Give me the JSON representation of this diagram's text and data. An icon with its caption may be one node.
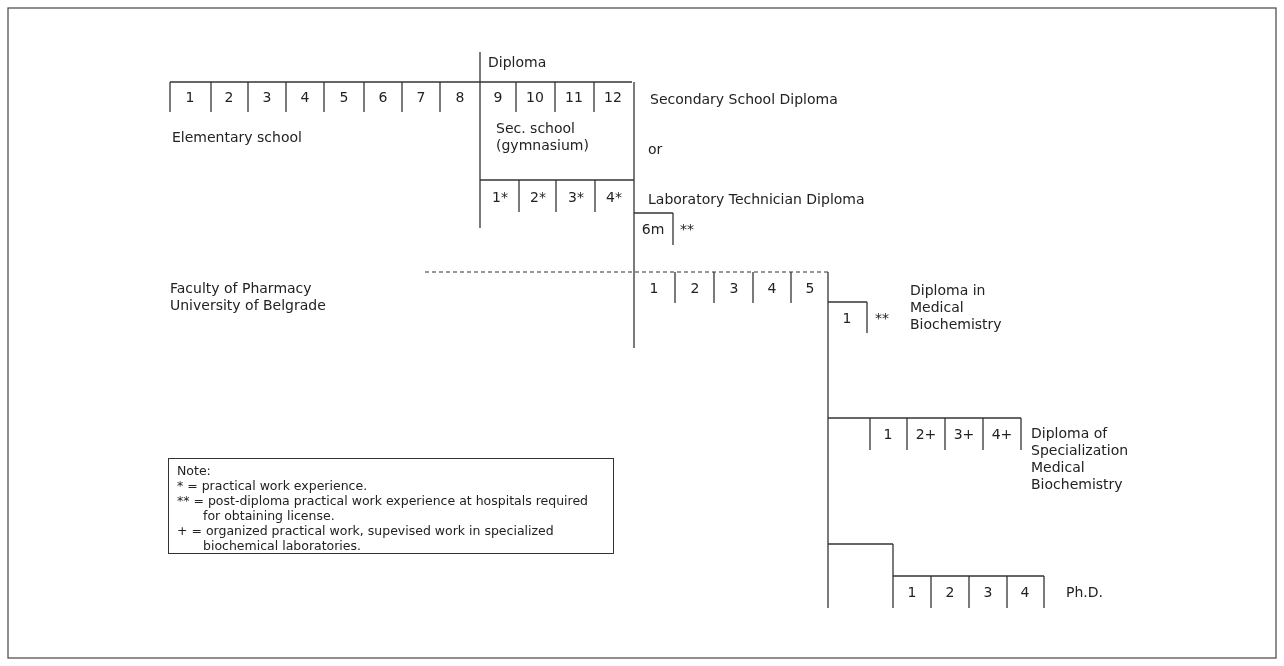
{
  "diagram": {
    "nodes": [
      {
        "text": [
          "Note:",
          "* = practical work experience.",
          "** = post-diploma practical work experience at hospitals required for obtaining license.",
          "+ = organized practical work, supevised work in specialized biochemical laboratories."
        ]
      }
    ],
    "edges": [],
    "labels": [
      "Diploma",
      "1",
      "2",
      "3",
      "4",
      "5",
      "6",
      "7",
      "8",
      "9",
      "10",
      "11",
      "12",
      "Secondary School Diploma",
      "Elementary school",
      "Sec. school (gymnasium)",
      "or",
      "1*",
      "2*",
      "3*",
      "4*",
      "Laboratory Technician Diploma",
      "6m",
      "**",
      "Faculty of Pharmacy University of Belgrade",
      "1",
      "2",
      "3",
      "4",
      "5",
      "Diploma in Medical Biochemistry",
      "1",
      "**",
      "1",
      "2+",
      "3+",
      "4+",
      "Diploma of Specialization Medical Biochemistry",
      "1",
      "2",
      "3",
      "4",
      "Ph.D."
    ]
  }
}
